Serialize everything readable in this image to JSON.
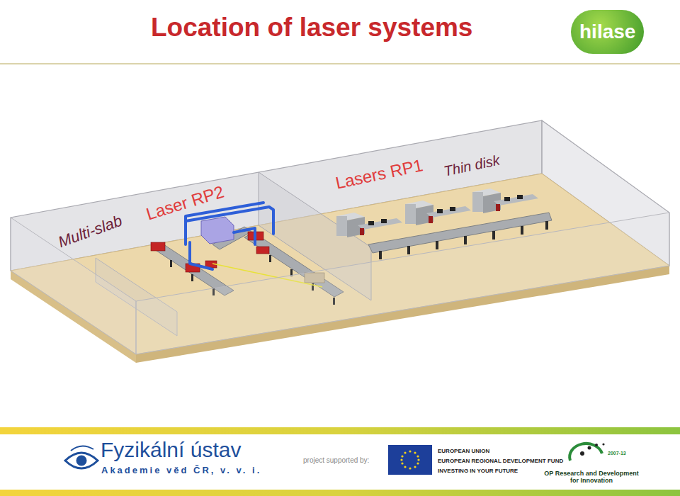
{
  "diagram": {
    "title": "Location of laser systems",
    "nodes": [
      {
        "text": [
          "hilase"
        ]
      }
    ],
    "labels": [
      "Multi-slab",
      "Laser RP2",
      "Lasers RP1",
      "Thin disk",
      "Fyzikální ústav",
      "Akademie věd ČR, v. v. i.",
      "project supported by:",
      "EUROPEAN UNION",
      "EUROPEAN REGIONAL DEVELOPMENT FUND",
      "INVESTING IN YOUR FUTURE",
      "2007-13",
      "OP Research and Development for Innovation"
    ]
  }
}
